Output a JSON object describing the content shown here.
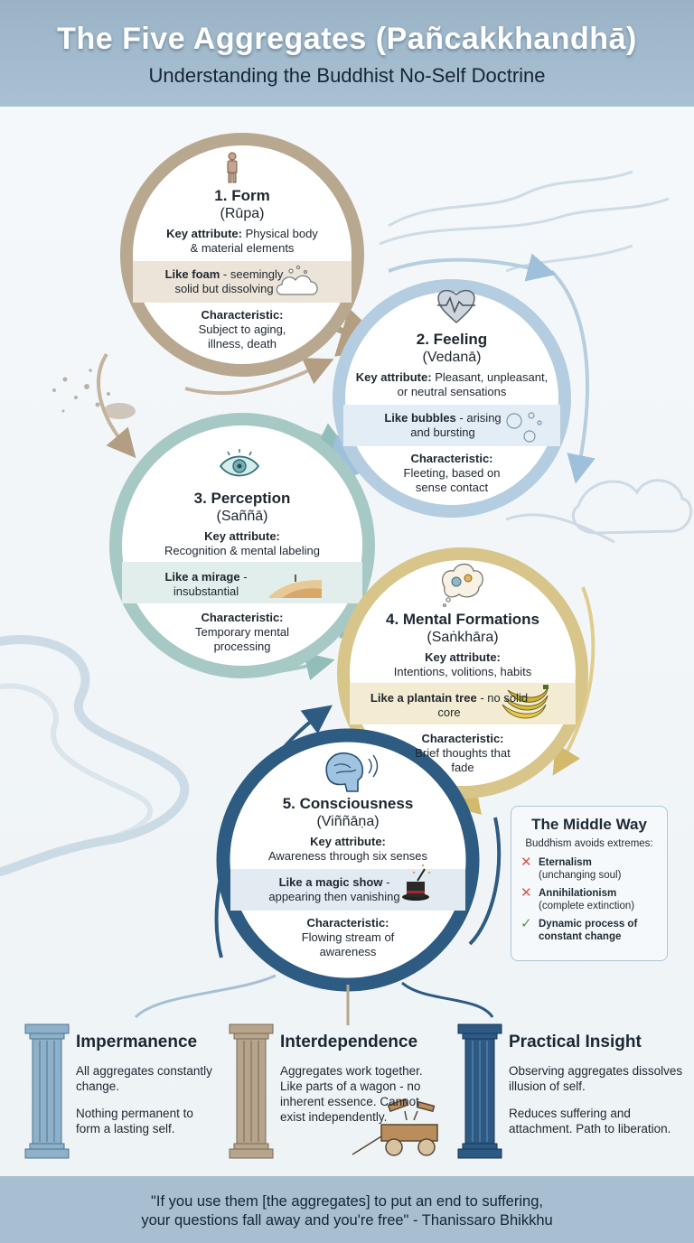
{
  "header": {
    "title": "The Five Aggregates (Pañcakkhandhā)",
    "subtitle": "Understanding the Buddhist No-Self Doctrine"
  },
  "aggregates": [
    {
      "title": "1. Form",
      "pali": "(Rūpa)",
      "key_label": "Key attribute:",
      "key_text": "Physical body & material elements",
      "simile_label": "Like foam",
      "simile_text": "- seemingly solid but dissolving",
      "char_label": "Characteristic:",
      "char_text": "Subject to aging, illness, death",
      "color": "#b9a890",
      "icon": "person-icon"
    },
    {
      "title": "2. Feeling",
      "pali": "(Vedanā)",
      "key_label": "Key attribute:",
      "key_text": "Pleasant, unpleasant, or neutral sensations",
      "simile_label": "Like bubbles",
      "simile_text": "- arising and bursting",
      "char_label": "Characteristic:",
      "char_text": "Fleeting, based on sense contact",
      "color": "#b4cde0",
      "icon": "heart-pulse-icon"
    },
    {
      "title": "3. Perception",
      "pali": "(Saññā)",
      "key_label": "Key attribute:",
      "key_text": "Recognition & mental labeling",
      "simile_label": "Like a mirage",
      "simile_text": "- insubstantial",
      "char_label": "Characteristic:",
      "char_text": "Temporary mental processing",
      "color": "#a7c9c6",
      "icon": "eye-icon"
    },
    {
      "title": "4. Mental Formations",
      "pali": "(Saṅkhāra)",
      "key_label": "Key attribute:",
      "key_text": "Intentions, volitions, habits",
      "simile_label": "Like a plantain tree",
      "simile_text": "- no solid core",
      "char_label": "Characteristic:",
      "char_text": "Brief thoughts that fade",
      "color": "#d8c58a",
      "icon": "thought-gears-icon"
    },
    {
      "title": "5. Consciousness",
      "pali": "(Viññāṇa)",
      "key_label": "Key attribute:",
      "key_text": "Awareness through six senses",
      "simile_label": "Like a magic show",
      "simile_text": "- appearing then vanishing",
      "char_label": "Characteristic:",
      "char_text": "Flowing stream of awareness",
      "color": "#2e5b82",
      "icon": "brain-head-icon"
    }
  ],
  "middle_way": {
    "title": "The Middle Way",
    "subtitle": "Buddhism avoids extremes:",
    "items": [
      {
        "mark": "✕",
        "label": "Eternalism",
        "detail": "(unchanging soul)",
        "color": "#d9534f"
      },
      {
        "mark": "✕",
        "label": "Annihilationism",
        "detail": "(complete extinction)",
        "color": "#d9534f"
      },
      {
        "mark": "✓",
        "label": "Dynamic process of constant change",
        "detail": "",
        "color": "#4a9a4a"
      }
    ]
  },
  "pillars": [
    {
      "title": "Impermanence",
      "lines": [
        "All aggregates constantly change.",
        "Nothing permanent to form a lasting self."
      ],
      "color": "#8eb0c9"
    },
    {
      "title": "Interdependence",
      "lines": [
        "Aggregates work together. Like parts of a wagon - no inherent essence. Cannot exist independently."
      ],
      "color": "#b6a48c"
    },
    {
      "title": "Practical Insight",
      "lines": [
        "Observing aggregates dissolves illusion of self.",
        "Reduces suffering and attachment. Path to liberation."
      ],
      "color": "#2c5a84"
    }
  ],
  "quote": {
    "line1": "\"If you use them [the aggregates] to put an end to suffering,",
    "line2": "your questions fall away and you're free\" - Thanissaro Bhikkhu"
  }
}
